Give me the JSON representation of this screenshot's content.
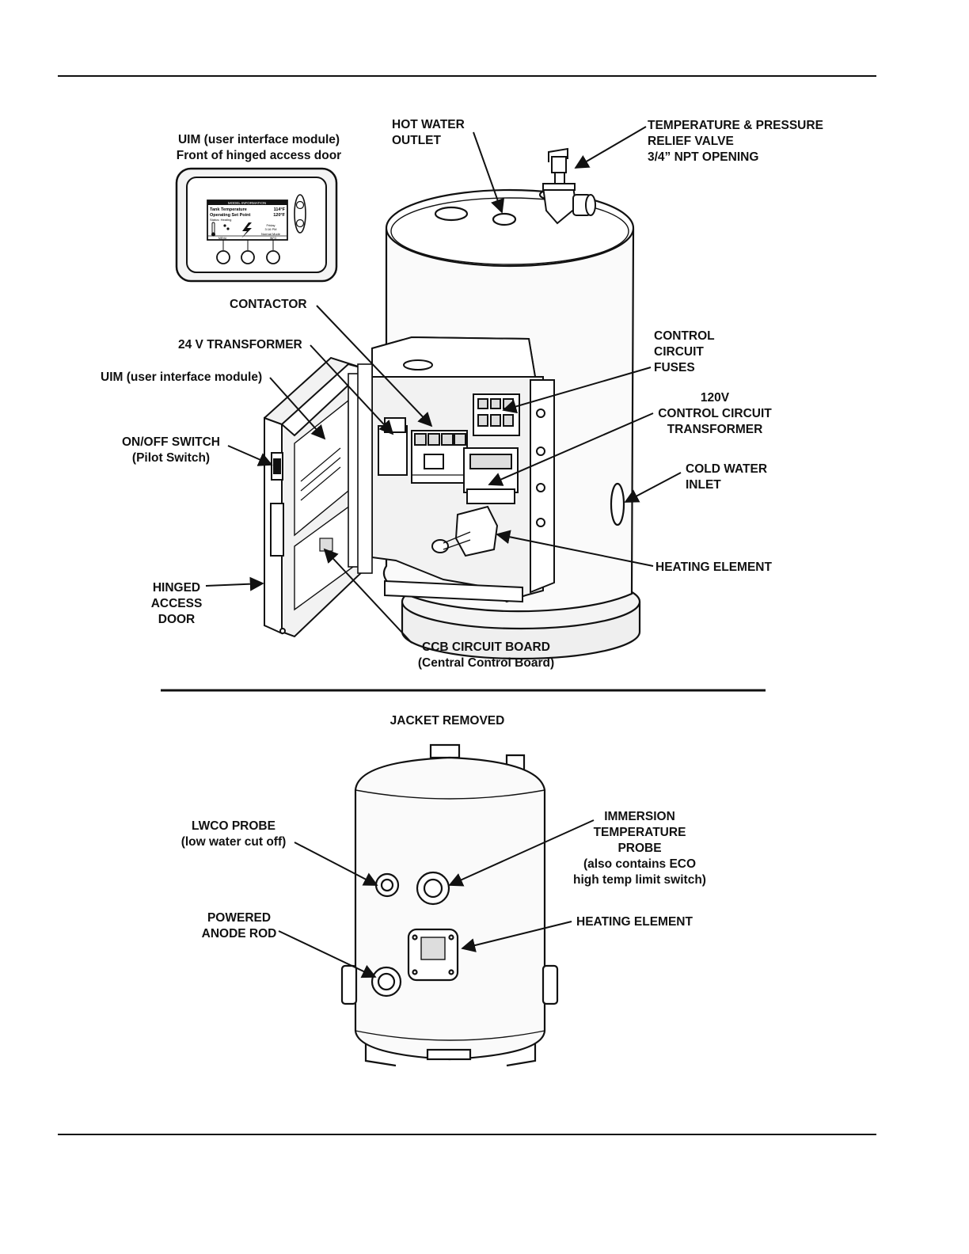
{
  "colors": {
    "ink": "#111111",
    "panel": "#f4f4f4",
    "shade": "#dcdcdc"
  },
  "labels": {
    "uim_front": [
      "UIM (user interface module)",
      "Front of hinged access door"
    ],
    "hot_water_outlet": [
      "HOT WATER",
      "OUTLET"
    ],
    "tp_valve": [
      "TEMPERATURE & PRESSURE",
      "RELIEF VALVE",
      "3/4” NPT OPENING"
    ],
    "contactor": [
      "CONTACTOR"
    ],
    "transformer_24v": [
      "24 V TRANSFORMER"
    ],
    "uim": [
      "UIM (user interface module)"
    ],
    "on_off_switch": [
      "ON/OFF SWITCH",
      "(Pilot Switch)"
    ],
    "control_fuses": [
      "CONTROL",
      "CIRCUIT",
      "FUSES"
    ],
    "transformer_120v": [
      "120V",
      "CONTROL CIRCUIT",
      "TRANSFORMER"
    ],
    "cold_water_inlet": [
      "COLD WATER",
      "INLET"
    ],
    "heating_element_top": [
      "HEATING ELEMENT"
    ],
    "hinged_door": [
      "HINGED",
      "ACCESS",
      "DOOR"
    ],
    "ccb_board": [
      "CCB CIRCUIT BOARD",
      "(Central Control Board)"
    ],
    "jacket_removed": [
      "JACKET REMOVED"
    ],
    "lwco_probe": [
      "LWCO PROBE",
      "(low water cut off)"
    ],
    "immersion_probe": [
      "IMMERSION",
      "TEMPERATURE",
      "PROBE",
      "(also contains ECO",
      "high temp limit switch)"
    ],
    "powered_anode": [
      "POWERED",
      "ANODE ROD"
    ],
    "heating_element_bottom": [
      "HEATING ELEMENT"
    ]
  },
  "uim_screen": {
    "header": "MODEL INFORMATION",
    "rows": [
      {
        "label": "Tank Temperature",
        "value": "114°F"
      },
      {
        "label": "Operating Set Point",
        "value": "120°F"
      }
    ],
    "status": "Status: Heating",
    "info": [
      "Friday",
      "3:16 PM",
      "Normal Mode"
    ],
    "softkeys": [
      "MENU",
      "INFO"
    ]
  }
}
